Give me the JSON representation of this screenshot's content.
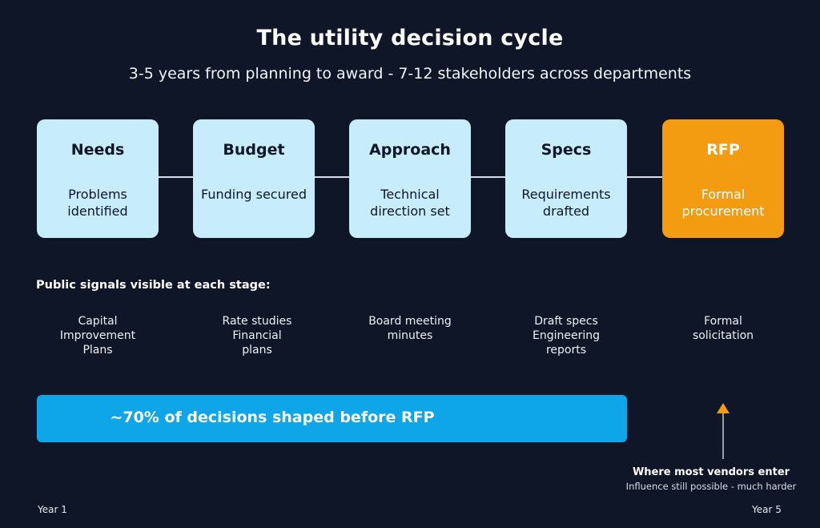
{
  "title": "The utility decision cycle",
  "subtitle": "3-5 years from planning to award - 7-12 stakeholders across departments",
  "stages": [
    {
      "name": "Needs",
      "description": "Problems identified"
    },
    {
      "name": "Budget",
      "description": "Funding secured"
    },
    {
      "name": "Approach",
      "description": "Technical direction set"
    },
    {
      "name": "Specs",
      "description": "Requirements drafted"
    },
    {
      "name": "RFP",
      "description": "Formal procurement"
    }
  ],
  "colors": {
    "background": "#0e1627",
    "stage": "#c7ecfc",
    "stage_highlight": "#f39c12",
    "shaped_bar": "#0ea5e9",
    "arrow": "#f39c12"
  },
  "signals": {
    "heading": "Public signals visible at each stage:",
    "items": [
      [
        "Capital",
        "Improvement",
        "Plans"
      ],
      [
        "Rate studies",
        "Financial",
        "plans"
      ],
      [
        "Board meeting",
        "minutes"
      ],
      [
        "Draft specs",
        "Engineering",
        "reports"
      ],
      [
        "Formal",
        "solicitation"
      ]
    ]
  },
  "shaped_bar": {
    "label": "~70% of decisions shaped before RFP",
    "percent": 70
  },
  "vendor_entry": {
    "icon": "up-arrow-icon",
    "title": "Where most vendors enter",
    "note": "Influence still possible - much harder"
  },
  "timeline": {
    "start": "Year 1",
    "end": "Year 5"
  }
}
